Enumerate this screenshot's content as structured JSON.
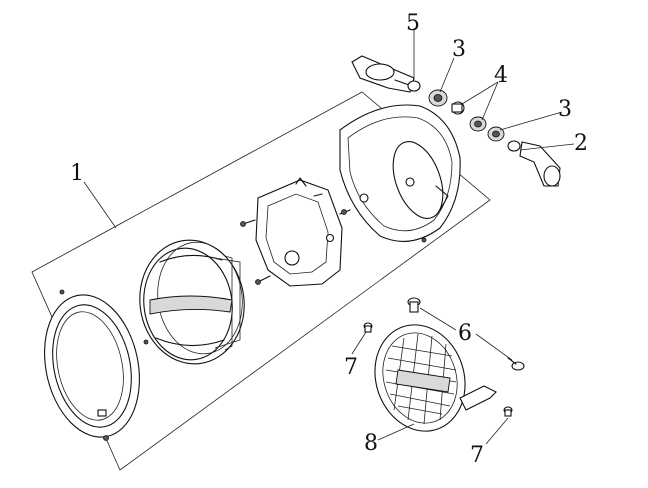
{
  "callouts": [
    {
      "id": "c1",
      "label": "1"
    },
    {
      "id": "c2",
      "label": "2"
    },
    {
      "id": "c3a",
      "label": "3"
    },
    {
      "id": "c3b",
      "label": "3"
    },
    {
      "id": "c4",
      "label": "4"
    },
    {
      "id": "c5",
      "label": "5"
    },
    {
      "id": "c6",
      "label": "6"
    },
    {
      "id": "c7a",
      "label": "7"
    },
    {
      "id": "c7b",
      "label": "7"
    },
    {
      "id": "c8",
      "label": "8"
    }
  ]
}
